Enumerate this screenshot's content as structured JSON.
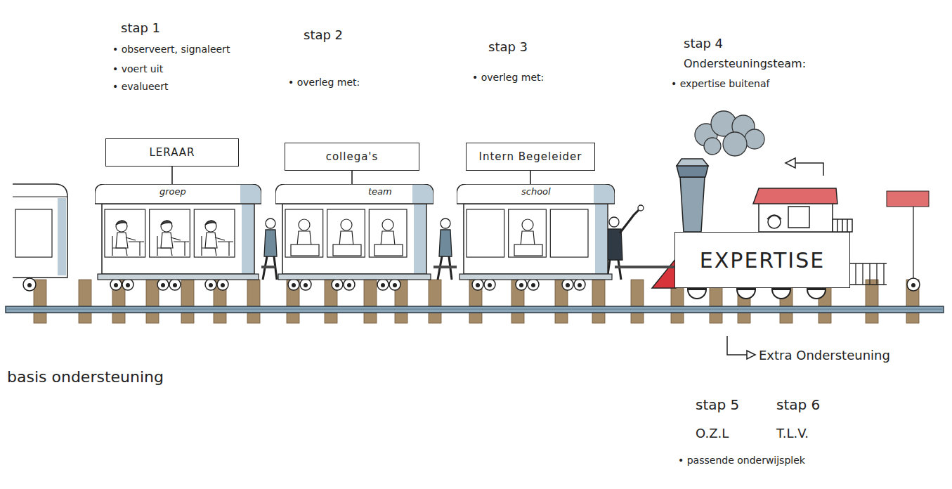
{
  "diagram": {
    "nodes": [
      {
        "text": [
          "LERAAR"
        ]
      },
      {
        "text": [
          "groep"
        ]
      },
      {
        "text": [
          "collega's"
        ]
      },
      {
        "text": [
          "team"
        ]
      },
      {
        "text": [
          "Intern Begeleider"
        ]
      },
      {
        "text": [
          "school"
        ]
      },
      {
        "text": [
          "EXPERTISE"
        ]
      }
    ],
    "edges": [
      {
        "from": 0,
        "to": 1,
        "arrow": "none"
      },
      {
        "from": 2,
        "to": 3,
        "arrow": "none"
      },
      {
        "from": 4,
        "to": 5,
        "arrow": "none"
      },
      {
        "from": 1,
        "to": 3,
        "arrow": "none"
      },
      {
        "from": 3,
        "to": 5,
        "arrow": "none"
      },
      {
        "from": 5,
        "to": 6,
        "arrow": "none"
      }
    ],
    "labels": [
      "stap 1",
      "• observeert, signaleert",
      "• voert uit",
      "• evalueert",
      "stap 2",
      "• overleg met:",
      "stap 3",
      "• overleg met:",
      "stap 4",
      "Ondersteuningsteam:",
      "• expertise buitenaf",
      "basis ondersteuning",
      "Extra Ondersteuning",
      "stap 5",
      "stap 6",
      "O.Z.L",
      "T.L.V.",
      "• passende onderwijsplek"
    ]
  }
}
